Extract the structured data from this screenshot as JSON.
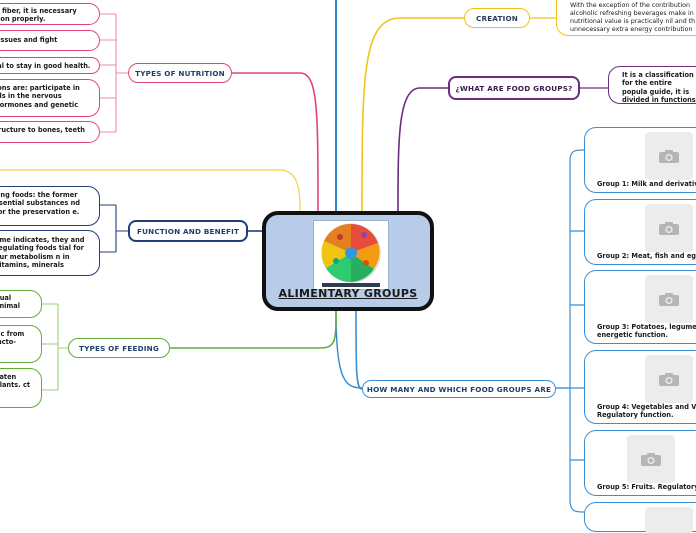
{
  "central": {
    "title": "ALIMENTARY GROUPS"
  },
  "branches": {
    "creation": {
      "label": "CREATION",
      "text": "With the exception of the contribution alcoholic refreshing beverages make in nutritional value is practically nil and th unnecessary extra energy contribution"
    },
    "what_are": {
      "label": "¿WHAT ARE FOOD GROUPS?",
      "text": "It is a classification for the entire popula guide, it is divided in functions."
    },
    "how_many": {
      "label": "HOW MANY AND WHICH FOOD GROUPS ARE",
      "groups": [
        {
          "caption": "Group 1: Milk and derivative"
        },
        {
          "caption": "Group 2: Meat, fish and egg"
        },
        {
          "caption": "Group 3: Potatoes, legumes energetic function."
        },
        {
          "caption": "Group 4: Vegetables and Ve Regulatory function."
        },
        {
          "caption": "Group 5: Fruits. Regulatory"
        }
      ]
    },
    "types_nutrition": {
      "label": "TYPES OF NUTRITION",
      "items": [
        "n fiber, it is necessary tion properly.",
        "tissues and fight",
        "ial to stay in good health.",
        "ions are: participate in als in the nervous hormones and genetic",
        "tructure to bones, teeth"
      ]
    },
    "function_benefit": {
      "label": "FUNCTION AND BENEFIT",
      "items": [
        "ting foods: the former ssential substances nd for the preservation e.",
        "ame indicates, they and regulating foods tial for our metabolism n in vitamins, minerals"
      ]
    },
    "types_feeding": {
      "label": "TYPES OF FEEDING",
      "items": [
        "dual animal",
        "r c from lacto-",
        "eaten plants. ct"
      ]
    }
  },
  "colors": {
    "creation": "#f2c31a",
    "what_are": "#6b2d7d",
    "how_many": "#3a8fd4",
    "types_nutrition": "#e0457a",
    "function_benefit": "#1f3f7a",
    "types_feeding": "#5fae3a",
    "trunk": "#2c8ad0",
    "central_fill": "#b8cbe8"
  },
  "icons": [
    "camera-icon",
    "plate-icon"
  ]
}
